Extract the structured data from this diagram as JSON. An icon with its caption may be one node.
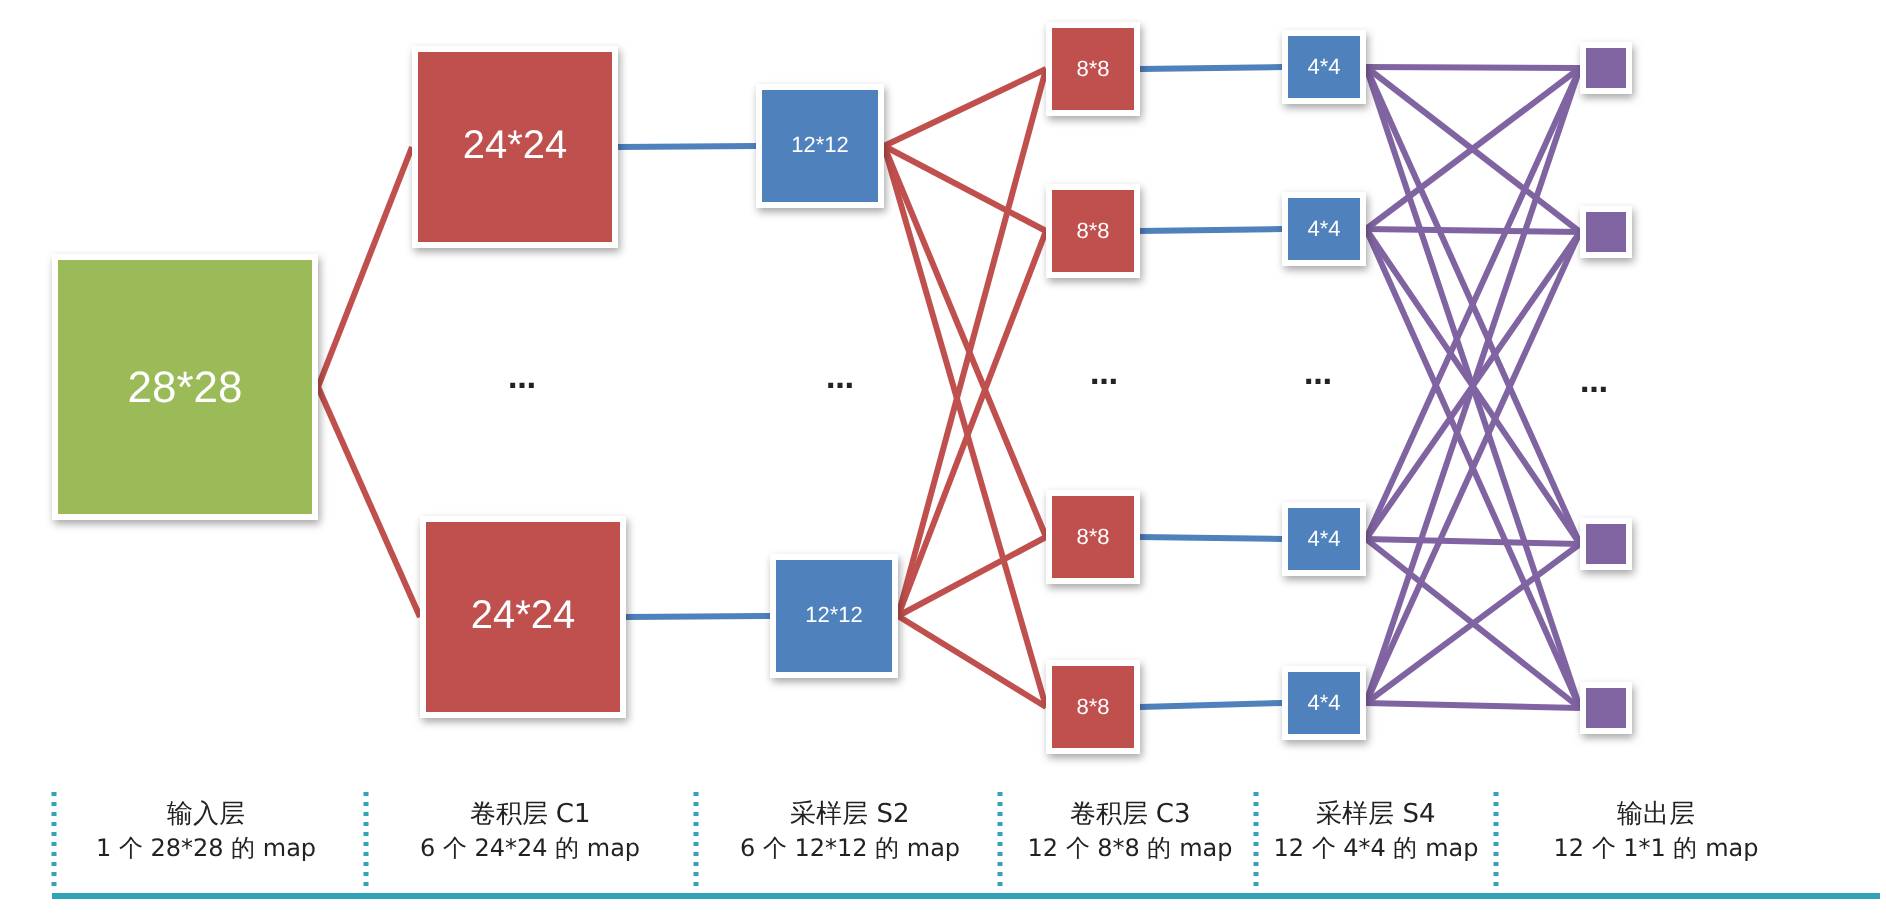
{
  "diagram": {
    "nodes": [
      {
        "text": [
          "28*28"
        ]
      },
      {
        "text": [
          "24*24"
        ]
      },
      {
        "text": [
          "24*24"
        ]
      },
      {
        "text": [
          "12*12"
        ]
      },
      {
        "text": [
          "12*12"
        ]
      },
      {
        "text": [
          "8*8"
        ]
      },
      {
        "text": [
          "8*8"
        ]
      },
      {
        "text": [
          "8*8"
        ]
      },
      {
        "text": [
          "8*8"
        ]
      },
      {
        "text": [
          "4*4"
        ]
      },
      {
        "text": [
          "4*4"
        ]
      },
      {
        "text": [
          "4*4"
        ]
      },
      {
        "text": [
          "4*4"
        ]
      },
      {
        "text": [],
        "shape": "box"
      },
      {
        "text": [],
        "shape": "box"
      },
      {
        "text": [],
        "shape": "box"
      },
      {
        "text": [],
        "shape": "box"
      }
    ],
    "edges": [
      {
        "from": 0,
        "to": 1,
        "arrow": "none",
        "color": "#c0504d"
      },
      {
        "from": 0,
        "to": 2,
        "arrow": "none",
        "color": "#c0504d"
      },
      {
        "from": 1,
        "to": 3,
        "arrow": "none",
        "color": "#4f81bd"
      },
      {
        "from": 2,
        "to": 4,
        "arrow": "none",
        "color": "#4f81bd"
      },
      {
        "from": 3,
        "to": 5,
        "arrow": "none",
        "color": "#c0504d"
      },
      {
        "from": 3,
        "to": 6,
        "arrow": "none",
        "color": "#c0504d"
      },
      {
        "from": 3,
        "to": 7,
        "arrow": "none",
        "color": "#c0504d"
      },
      {
        "from": 3,
        "to": 8,
        "arrow": "none",
        "color": "#c0504d"
      },
      {
        "from": 4,
        "to": 5,
        "arrow": "none",
        "color": "#c0504d"
      },
      {
        "from": 4,
        "to": 6,
        "arrow": "none",
        "color": "#c0504d"
      },
      {
        "from": 4,
        "to": 7,
        "arrow": "none",
        "color": "#c0504d"
      },
      {
        "from": 4,
        "to": 8,
        "arrow": "none",
        "color": "#c0504d"
      },
      {
        "from": 5,
        "to": 9,
        "arrow": "none",
        "color": "#4f81bd"
      },
      {
        "from": 6,
        "to": 10,
        "arrow": "none",
        "color": "#4f81bd"
      },
      {
        "from": 7,
        "to": 11,
        "arrow": "none",
        "color": "#4f81bd"
      },
      {
        "from": 8,
        "to": 12,
        "arrow": "none",
        "color": "#4f81bd"
      },
      {
        "from": 9,
        "to": 13,
        "arrow": "none"
      },
      {
        "from": 9,
        "to": 14,
        "arrow": "none"
      },
      {
        "from": 9,
        "to": 15,
        "arrow": "none"
      },
      {
        "from": 9,
        "to": 16,
        "arrow": "none"
      },
      {
        "from": 10,
        "to": 13,
        "arrow": "none"
      },
      {
        "from": 10,
        "to": 14,
        "arrow": "none"
      },
      {
        "from": 10,
        "to": 15,
        "arrow": "none"
      },
      {
        "from": 10,
        "to": 16,
        "arrow": "none"
      },
      {
        "from": 11,
        "to": 13,
        "arrow": "none"
      },
      {
        "from": 11,
        "to": 14,
        "arrow": "none"
      },
      {
        "from": 11,
        "to": 15,
        "arrow": "none"
      },
      {
        "from": 11,
        "to": 16,
        "arrow": "none"
      },
      {
        "from": 12,
        "to": 13,
        "arrow": "none"
      },
      {
        "from": 12,
        "to": 14,
        "arrow": "none"
      },
      {
        "from": 12,
        "to": 15,
        "arrow": "none"
      },
      {
        "from": 12,
        "to": 16,
        "arrow": "none"
      }
    ],
    "labels": [
      "…",
      "…",
      "…",
      "…",
      "…",
      "输入层",
      "卷积层 C1",
      "采样层 S2",
      "卷积层 C3",
      "采样层 S4",
      "输出层",
      "1 个 28*28 的 map",
      "6 个 24*24 的 map",
      "6 个 12*12 的 map",
      "12 个 8*8 的 map",
      "12 个 4*4 的 map",
      "12 个 1*1 的 map"
    ]
  }
}
